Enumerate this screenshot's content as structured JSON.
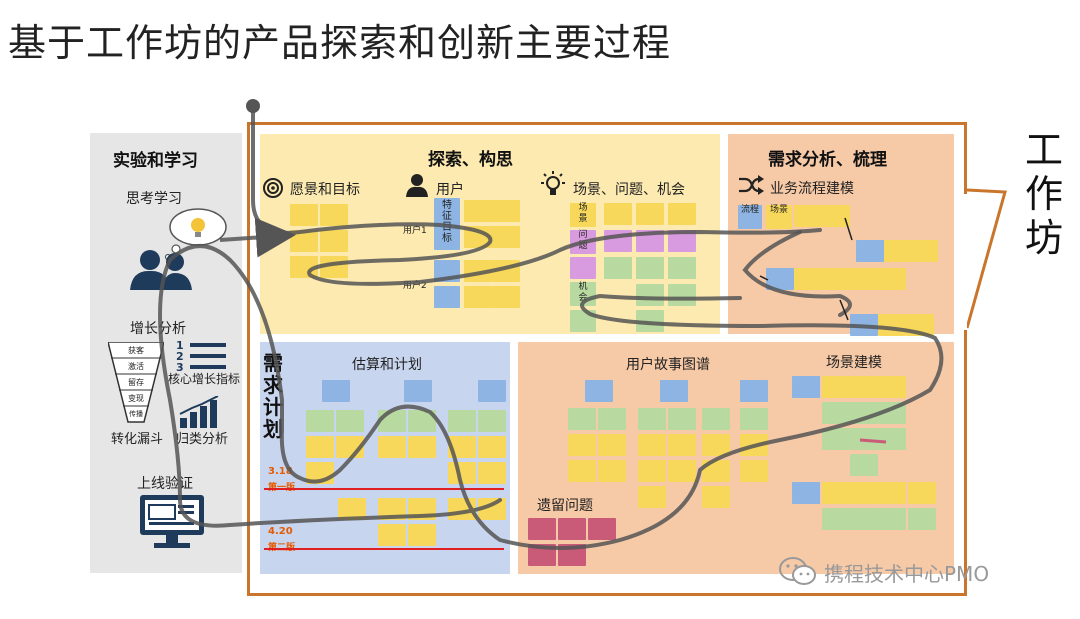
{
  "title": "基于工作坊的产品探索和创新主要过程",
  "side": {
    "heading": "实验和学习",
    "think": "思考学习",
    "growth": "增长分析",
    "core_metric": "核心增长指标",
    "funnel": "转化漏斗",
    "attribution": "归类分析",
    "launch": "上线验证",
    "funnel_stages": [
      "获客",
      "激活",
      "留存",
      "变现",
      "传播"
    ]
  },
  "workshop_label": "工作坊",
  "explore": {
    "heading": "探索、构思",
    "vision": "愿景和目标",
    "user": "用户",
    "scenario": "场景、问题、机会",
    "user1": "用户1",
    "user2": "用户2",
    "feature_goal": "特征目标",
    "note_scene": "场景",
    "note_problem": "问题",
    "note_chance": "机会"
  },
  "analysis": {
    "heading": "需求分析、梳理",
    "flow_model": "业务流程建模",
    "note_flow": "流程",
    "note_scene": "场景"
  },
  "plan": {
    "heading": "需求计划",
    "estimate": "估算和计划",
    "date1": "3.18",
    "date1_tag": "第一版",
    "date2": "4.20",
    "date2_tag": "第二版"
  },
  "story": {
    "map": "用户故事图谱",
    "scene_model": "场景建模",
    "legacy": "遗留问题"
  },
  "watermark": "携程技术中心PMO",
  "colors": {
    "explore_bg": "#fdeab0",
    "analysis_bg": "#f6c9a7",
    "plan_bg": "#c8d5ee",
    "story_bg": "#f6c9a7",
    "frame": "#c9762c",
    "release_line": "#e02020",
    "flow_line": "#555555"
  }
}
